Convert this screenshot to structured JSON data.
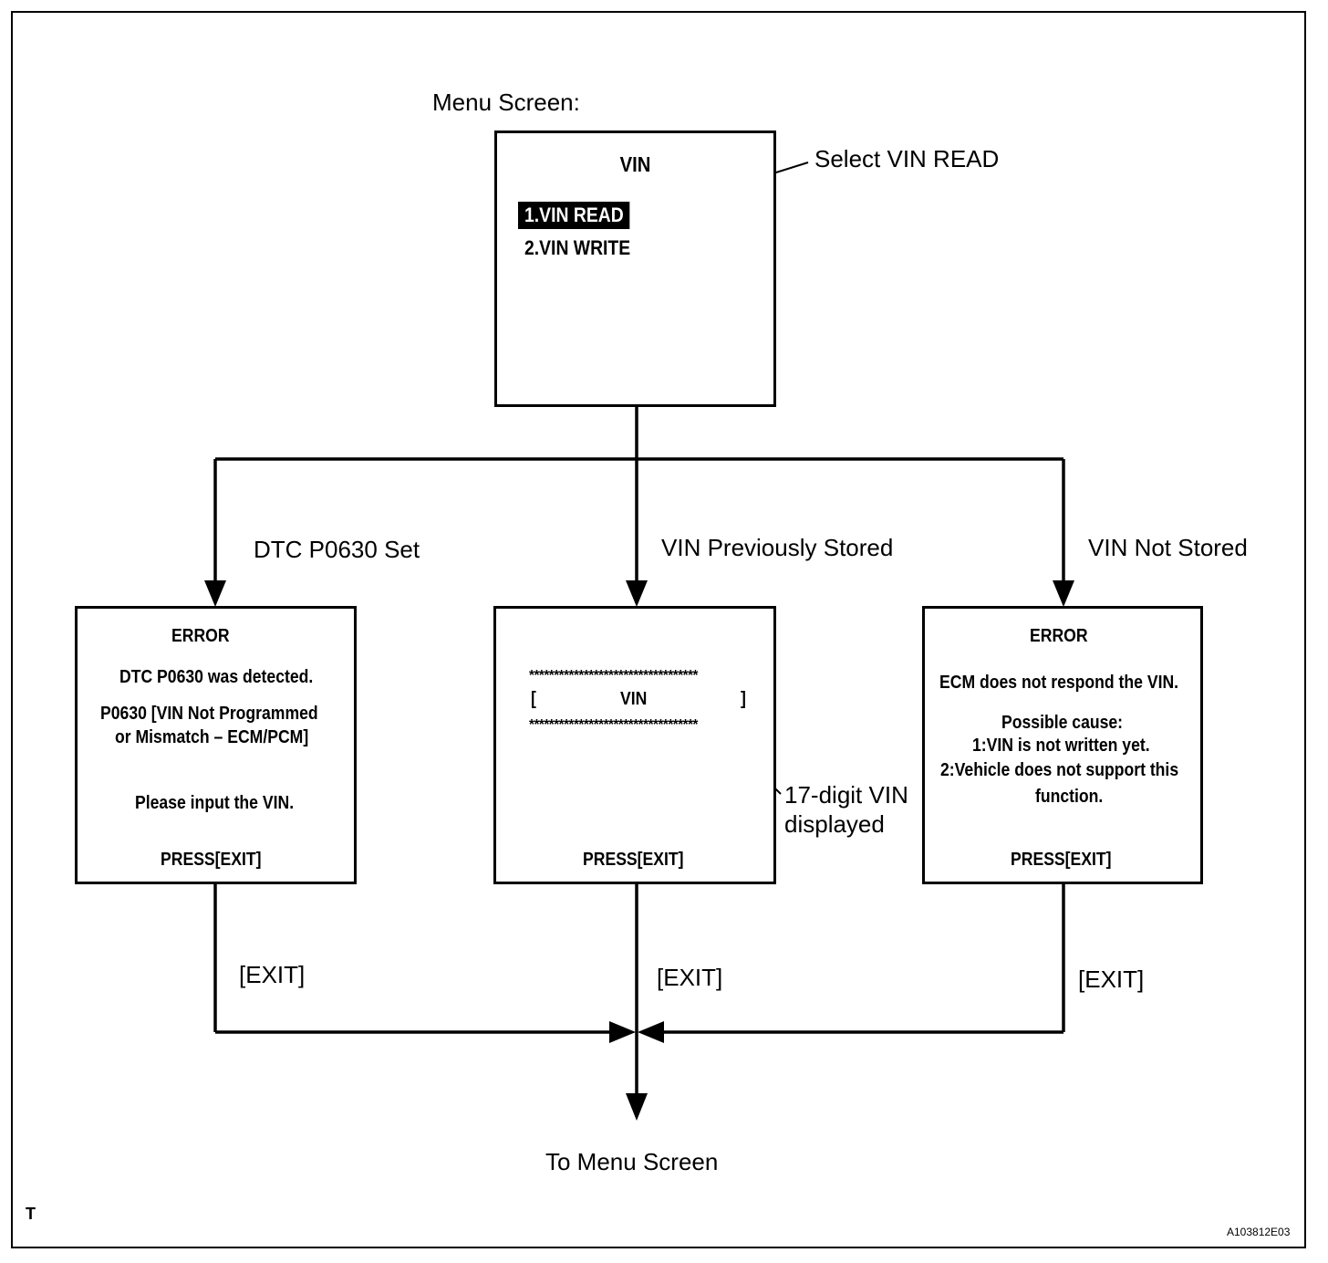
{
  "menu": {
    "caption": "Menu Screen:",
    "title": "VIN",
    "items": [
      "1.VIN READ",
      "2.VIN WRITE"
    ],
    "callout": "Select VIN READ"
  },
  "branches": {
    "left": "DTC P0630 Set",
    "middle": "VIN Previously Stored",
    "right": "VIN Not Stored"
  },
  "screens": {
    "left": {
      "title": "ERROR",
      "line1": "DTC P0630 was detected.",
      "line2": "P0630  [VIN Not Programmed",
      "line3": "or Mismatch – ECM/PCM]",
      "line4": "Please input the VIN.",
      "footer": "PRESS[EXIT]"
    },
    "middle": {
      "stars": "**********************************",
      "bracket_open": "[",
      "vin": "VIN",
      "bracket_close": "]",
      "footer": "PRESS[EXIT]",
      "callout_line1": "17-digit VIN",
      "callout_line2": "displayed"
    },
    "right": {
      "title": "ERROR",
      "line1": "ECM does not respond the VIN.",
      "line2": "Possible cause:",
      "line3": "1:VIN is not written yet.",
      "line4": "2:Vehicle does not support this",
      "line5": "function.",
      "footer": "PRESS[EXIT]"
    }
  },
  "exit_labels": [
    "[EXIT]",
    "[EXIT]",
    "[EXIT]"
  ],
  "destination": "To Menu Screen",
  "corner_mark": "T",
  "figure_id": "A103812E03"
}
